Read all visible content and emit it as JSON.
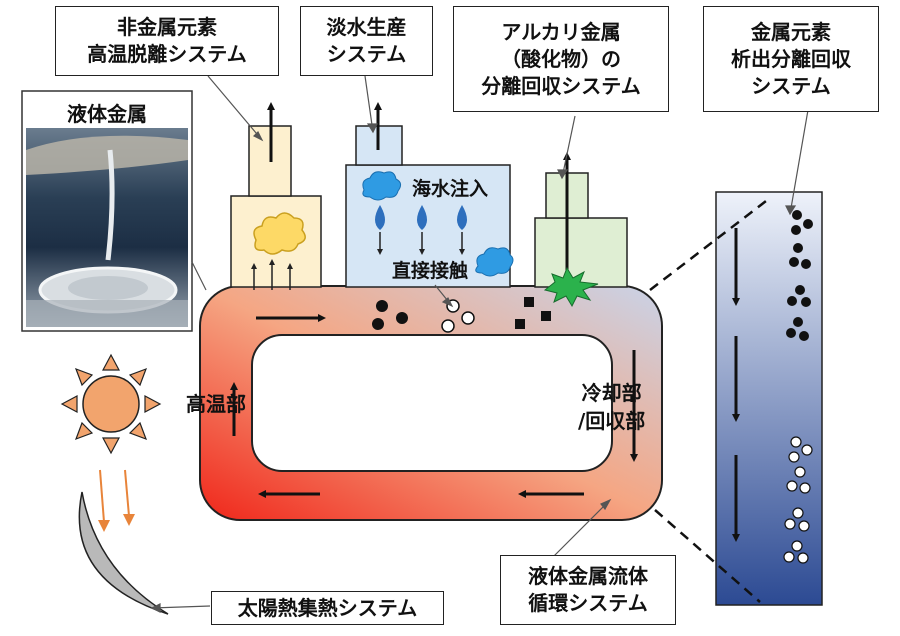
{
  "labels": {
    "nonmetal_line1": "非金属元素",
    "nonmetal_line2": "高温脱離システム",
    "freshwater_line1": "淡水生産",
    "freshwater_line2": "システム",
    "alkali_line1": "アルカリ金属",
    "alkali_line2": "（酸化物）の",
    "alkali_line3": "分離回収システム",
    "metal_line1": "金属元素",
    "metal_line2": "析出分離回収",
    "metal_line3": "システム",
    "photo_title": "液体金属",
    "seawater": "海水注入",
    "direct_contact": "直接接触",
    "high_temp": "高温部",
    "cooling_line1": "冷却部",
    "cooling_line2": "/回収部",
    "loop_line1": "液体金属流体",
    "loop_line2": "循環システム",
    "solar": "太陽熱集熱システム"
  },
  "colors": {
    "loop_hot": "#f0261a",
    "loop_warm": "#f5a683",
    "loop_cool": "#c9d3e8",
    "nonmetal_box": "#fdf0cf",
    "freshwater_box": "#d6e6f5",
    "alkali_box": "#dfeed3",
    "column_top": "#e8eef8",
    "column_bottom": "#2c4a93",
    "sun": "#f2a46d",
    "cloud_yellow": "#fdd966",
    "cloud_blue": "#2f9be3",
    "drop": "#2e6fbd",
    "spark": "#2bb24c",
    "solar_arrow": "#e8843a"
  }
}
